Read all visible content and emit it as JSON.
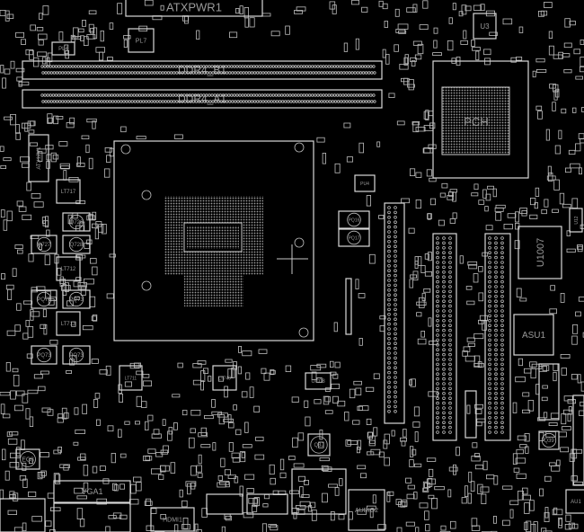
{
  "view": {
    "title": "Boardview",
    "background": "#000000",
    "outline_color": "#d8d8d8"
  },
  "components": {
    "atxpwr": "ATXPWR1",
    "ddr_b": "DDR4_B1",
    "ddr_a": "DDR4_A1",
    "pl7": "PL7",
    "pl4": "PL4",
    "atx12v": "ATX12V1",
    "pch": "PCH",
    "u3": "U3",
    "u1007": "U1007",
    "asu1": "ASU1",
    "pu4": "PU4",
    "pq16": "PQ16",
    "pq17": "PQ17",
    "lt717": "LT717",
    "q726": "Q726",
    "q727": "Q727",
    "q728": "Q728",
    "lt712": "LT712",
    "pq73a": "PQ73",
    "pq73b": "PQ73",
    "lt713": "LT713",
    "pq73c": "PQ73",
    "pq73d": "PQ73",
    "lt711": "LT711",
    "lt740": "LT740",
    "uc08": "UC08",
    "q3j": "Q3J",
    "ec8": "EC8",
    "vga1": "VGA1",
    "hdmi1": "HDMI1",
    "audio2": "AUDIO2",
    "au1": "AU1",
    "q39": "Q39",
    "u12": "U12"
  }
}
